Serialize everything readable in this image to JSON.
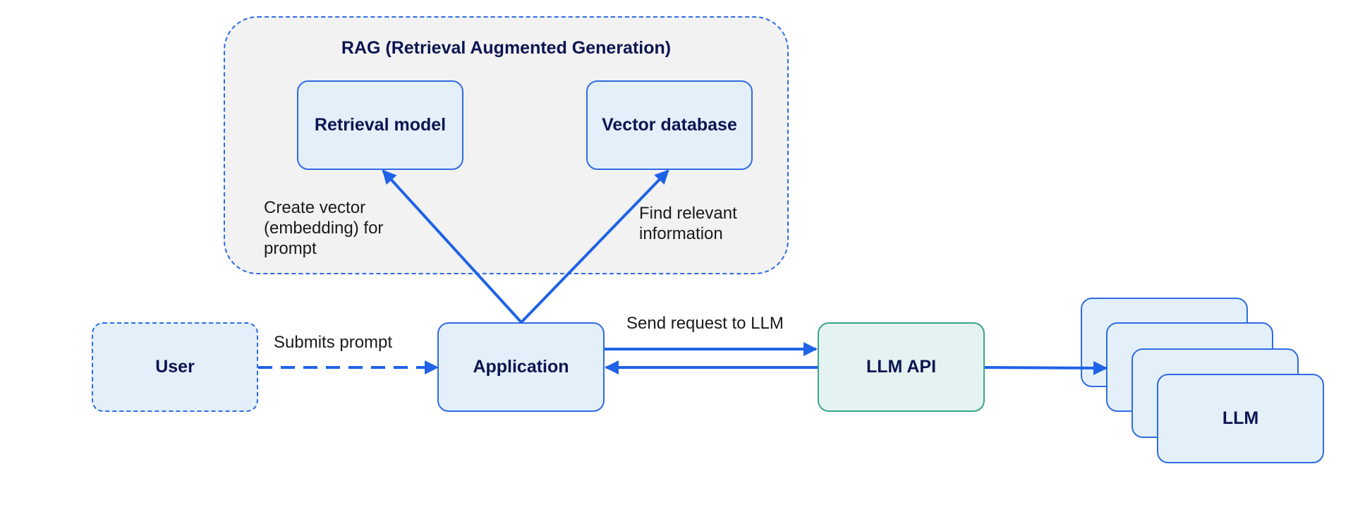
{
  "rag": {
    "title": "RAG (Retrieval Augmented Generation)",
    "retrieval_model": "Retrieval model",
    "vector_database": "Vector database",
    "embed_label": "Create vector\n(embedding) for\nprompt",
    "find_label": "Find relevant\ninformation"
  },
  "flow": {
    "user": "User",
    "submits_label": "Submits prompt",
    "application": "Application",
    "send_label": "Send request to LLM",
    "llm_api": "LLM API",
    "llm": "LLM"
  },
  "colors": {
    "arrow": "#1f63e6",
    "node_border": "#2f6be3",
    "node_fill": "#e3f0fa",
    "api_border": "#3da58a",
    "api_fill": "#e4f3f2",
    "group_fill": "#f2f2f2",
    "title_text": "#0c1551"
  }
}
